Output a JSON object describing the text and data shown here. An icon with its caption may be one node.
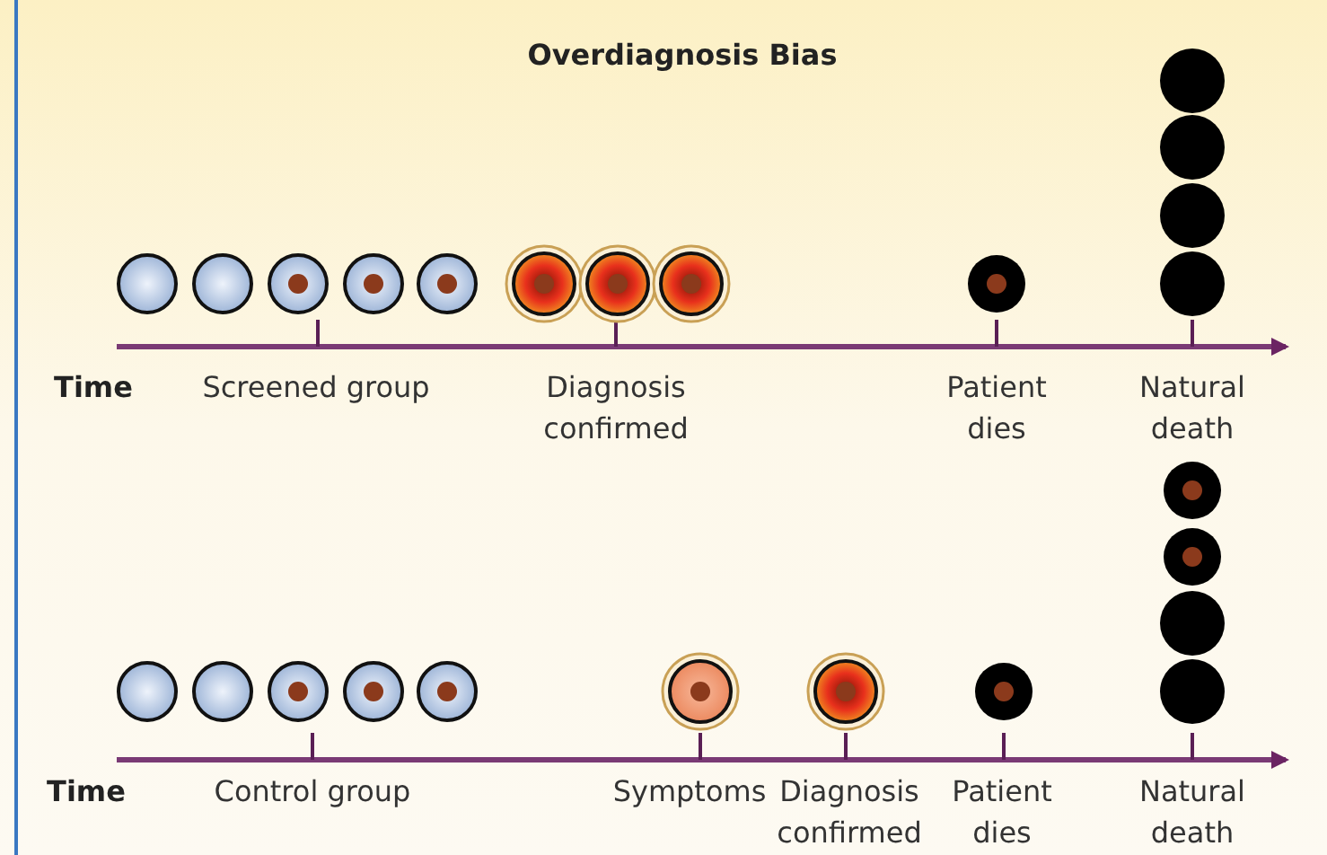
{
  "diagram": {
    "title": "Overdiagnosis Bias",
    "labels": [
      "Time",
      "Screened group",
      "Diagnosis confirmed",
      "Patient dies",
      "Natural death",
      "Time",
      "Control group",
      "Symptoms",
      "Diagnosis confirmed",
      "Patient dies",
      "Natural death"
    ]
  }
}
